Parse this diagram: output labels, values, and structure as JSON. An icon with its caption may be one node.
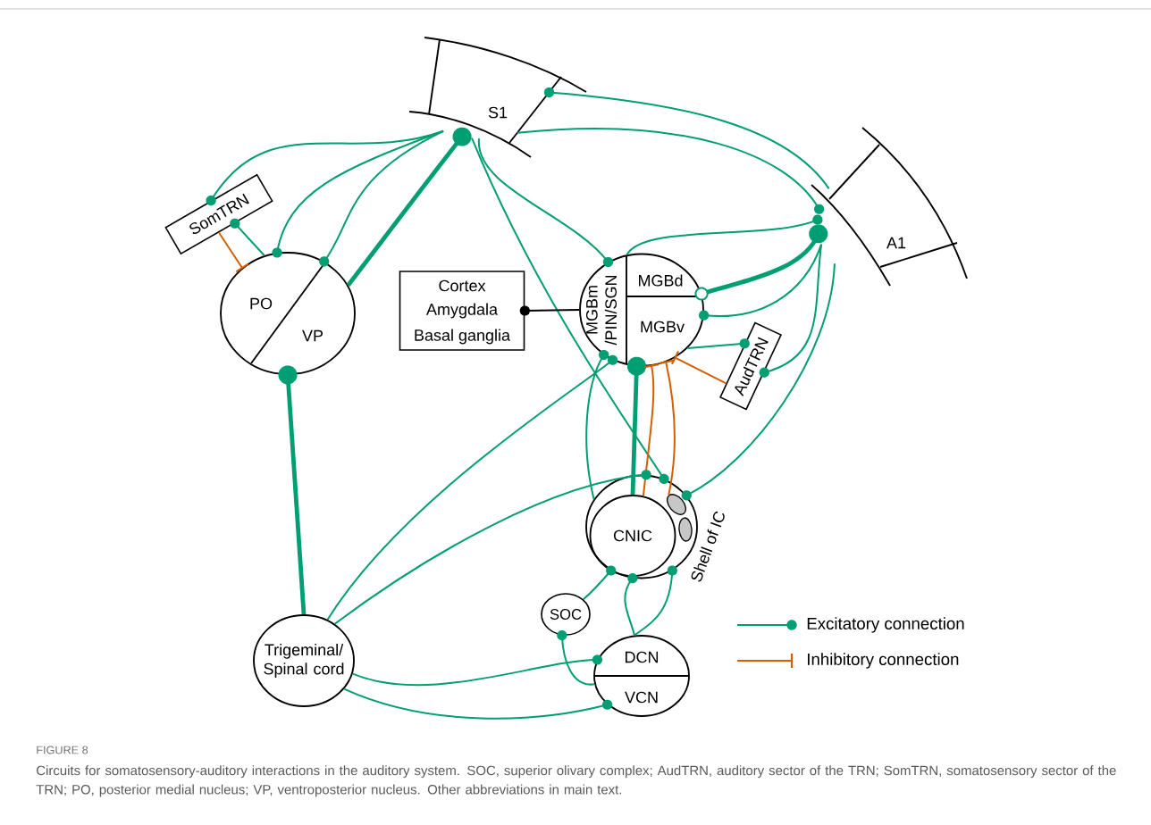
{
  "diagram": {
    "title": "FIGURE 8",
    "caption": "Circuits for somatosensory-auditory interactions in the auditory system. SOC, superior olivary complex; AudTRN, auditory sector of the TRN; SomTRN, somatosensory sector of the TRN; PO, posterior medial nucleus; VP, ventroposterior nucleus. Other abbreviations in main text.",
    "nodes": [
      {
        "text": [
          "S1"
        ]
      },
      {
        "text": [
          "A1"
        ]
      },
      {
        "text": [
          "SomTRN"
        ]
      },
      {
        "text": [
          "PO",
          "VP"
        ]
      },
      {
        "text": [
          "Cortex",
          "Amygdala",
          "Basal ganglia"
        ]
      },
      {
        "text": [
          "MGBm /PIN/SGN",
          "MGBd",
          "MGBv"
        ]
      },
      {
        "text": [
          "AudTRN"
        ]
      },
      {
        "text": [
          "Shell of IC"
        ]
      },
      {
        "text": [
          "CNIC"
        ],
        "in": 7
      },
      {
        "text": [],
        "shape": "ellipse",
        "in": 7
      },
      {
        "text": [],
        "shape": "ellipse",
        "in": 7
      },
      {
        "text": [
          "SOC"
        ]
      },
      {
        "text": [
          "DCN",
          "VCN"
        ]
      },
      {
        "text": [
          "Trigeminal/ Spinal cord"
        ]
      }
    ],
    "edges": [
      {
        "from": 0,
        "to": 2,
        "arrow": "other"
      },
      {
        "from": 0,
        "to": 3,
        "arrow": "other"
      },
      {
        "from": 0,
        "to": 3,
        "arrow": "other"
      },
      {
        "from": 3,
        "to": 0,
        "arrow": "other",
        "style": "thick"
      },
      {
        "from": 3,
        "to": 2,
        "arrow": "other"
      },
      {
        "from": 2,
        "to": 3,
        "arrow": "other",
        "color": "#d55e00"
      },
      {
        "from": 13,
        "to": 3,
        "arrow": "other",
        "style": "thick"
      },
      {
        "from": 0,
        "to": 1,
        "arrow": "other"
      },
      {
        "from": 1,
        "to": 0,
        "arrow": "other"
      },
      {
        "from": 0,
        "to": 5,
        "arrow": "other"
      },
      {
        "from": 0,
        "to": 7,
        "arrow": "other"
      },
      {
        "from": 5,
        "to": 1,
        "arrow": "other"
      },
      {
        "from": 5,
        "to": 1,
        "arrow": "other",
        "style": "thick"
      },
      {
        "from": 1,
        "to": 5,
        "arrow": "other"
      },
      {
        "from": 1,
        "to": 6,
        "arrow": "other"
      },
      {
        "from": 6,
        "to": 5,
        "arrow": "other",
        "color": "#d55e00"
      },
      {
        "from": 5,
        "to": 6,
        "arrow": "other"
      },
      {
        "from": 1,
        "to": 7,
        "arrow": "other"
      },
      {
        "from": 5,
        "to": 4,
        "arrow": "other",
        "color": "#000000"
      },
      {
        "from": 8,
        "to": 5,
        "arrow": "other",
        "style": "thick"
      },
      {
        "from": 9,
        "to": 5,
        "arrow": "other",
        "color": "#d55e00"
      },
      {
        "from": 8,
        "to": 5,
        "arrow": "other",
        "color": "#d55e00"
      },
      {
        "from": 13,
        "to": 5,
        "arrow": "other"
      },
      {
        "from": 13,
        "to": 7,
        "arrow": "other"
      },
      {
        "from": 7,
        "to": 5,
        "arrow": "other"
      },
      {
        "from": 13,
        "to": 12,
        "arrow": "other"
      },
      {
        "from": 12,
        "to": 11,
        "arrow": "other"
      },
      {
        "from": 13,
        "to": 12,
        "arrow": "other"
      },
      {
        "from": 11,
        "to": 7,
        "arrow": "other"
      },
      {
        "from": 12,
        "to": 7,
        "arrow": "other"
      },
      {
        "from": 12,
        "to": 7,
        "arrow": "other"
      }
    ],
    "legend": [
      {
        "text": "Excitatory connection"
      },
      {
        "text": "Inhibitory connection"
      }
    ]
  }
}
